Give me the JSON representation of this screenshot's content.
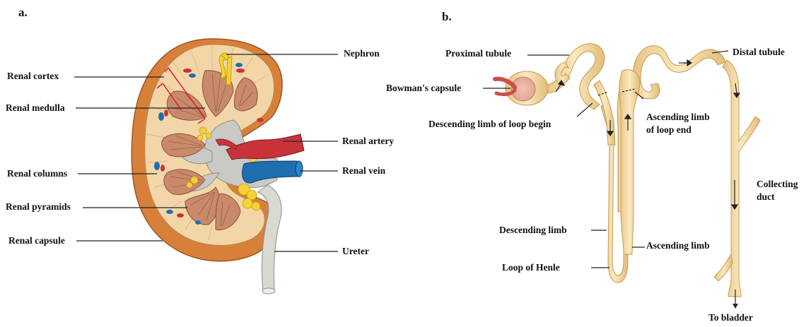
{
  "panels": {
    "a": {
      "label": "a.",
      "labels": {
        "nephron": "Nephron",
        "renal_cortex": "Renal cortex",
        "renal_medulla": "Renal medulla",
        "renal_artery": "Renal artery",
        "renal_columns": "Renal columns",
        "renal_vein": "Renal vein",
        "renal_pyramids": "Renal pyramids",
        "renal_capsule": "Renal capsule",
        "ureter": "Ureter"
      }
    },
    "b": {
      "label": "b.",
      "labels": {
        "proximal_tubule": "Proximal tubule",
        "distal_tubule": "Distal tubule",
        "bowmans_capsule": "Bowman's capsule",
        "descending_limb_begin": "Descending limb of loop begin",
        "ascending_limb_end_1": "Ascending limb",
        "ascending_limb_end_2": "of loop end",
        "collecting_duct_1": "Collecting",
        "collecting_duct_2": "duct",
        "descending_limb": "Descending limb",
        "ascending_limb": "Ascending limb",
        "loop_of_henle": "Loop of Henle",
        "to_bladder": "To bladder"
      }
    }
  },
  "colors": {
    "capsule": "#d8803a",
    "cortex": "#f3d6a8",
    "pyramid": "#c98a6c",
    "pelvis": "#c9c9c5",
    "artery": "#c8333a",
    "vein": "#1f6fb0",
    "fat": "#f3d23a",
    "tubule": "#f4dca0",
    "leader": "#222222"
  }
}
